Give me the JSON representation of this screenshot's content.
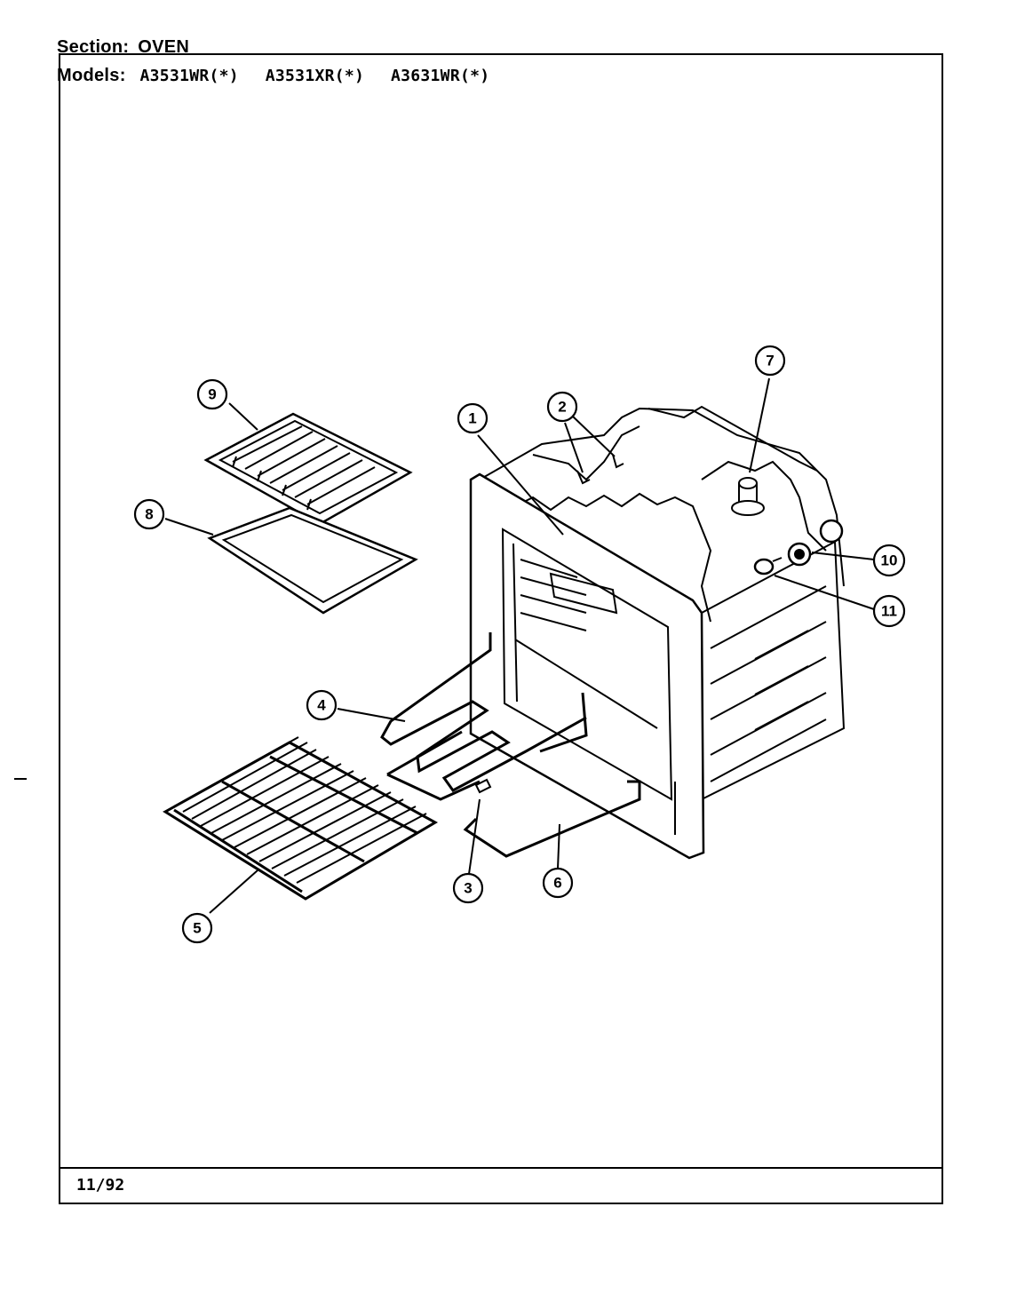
{
  "header": {
    "section_label": "Section:",
    "section_value": "OVEN",
    "models_label": "Models:",
    "models": [
      "A3531WR(*)",
      "A3531XR(*)",
      "A3631WR(*)"
    ]
  },
  "footer": {
    "date": "11/92"
  },
  "callouts": [
    "1",
    "2",
    "3",
    "4",
    "5",
    "6",
    "7",
    "8",
    "9",
    "10",
    "11"
  ]
}
